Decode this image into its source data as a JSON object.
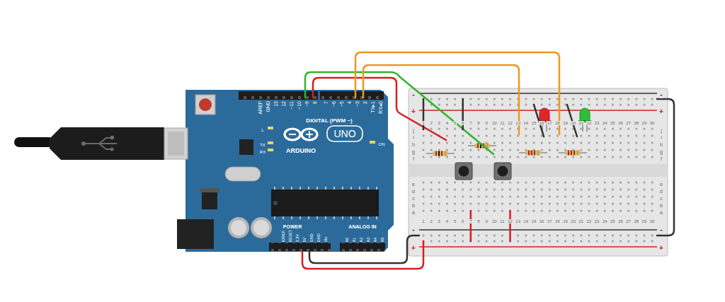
{
  "diagram": {
    "labels": [
      "AREF",
      "GND",
      "13",
      "12",
      "~11",
      "~10",
      "~9",
      "8",
      "7",
      "~6",
      "~5",
      "4",
      "~3",
      "2",
      "TX▸1",
      "RX◂0",
      "DIGITAL (PWM ~)",
      "L",
      "TX",
      "RX",
      "ARDUINO",
      "UNO",
      "ON",
      "POWER",
      "ANALOG IN",
      "IOREF",
      "RESET",
      "3.3V",
      "5V",
      "GND",
      "GND",
      "Vin",
      "A0",
      "A1",
      "A2",
      "A3",
      "A4",
      "A5",
      "1",
      "2",
      "3",
      "4",
      "5",
      "6",
      "7",
      "8",
      "9",
      "10",
      "11",
      "12",
      "13",
      "14",
      "15",
      "16",
      "17",
      "18",
      "19",
      "20",
      "21",
      "22",
      "23",
      "24",
      "25",
      "26",
      "27",
      "28",
      "29",
      "30",
      "j",
      "i",
      "h",
      "g",
      "f",
      "j",
      "i",
      "h",
      "g",
      "f",
      "e",
      "d",
      "c",
      "b",
      "a",
      "e",
      "d",
      "c",
      "b",
      "a",
      "1",
      "2",
      "3",
      "4",
      "5",
      "6",
      "7",
      "8",
      "9",
      "10",
      "11",
      "12",
      "13",
      "14",
      "15",
      "16",
      "17",
      "18",
      "19",
      "20",
      "21",
      "22",
      "23",
      "24",
      "25",
      "26",
      "27",
      "28",
      "29",
      "30",
      "-",
      "+",
      "-",
      "+",
      "-",
      "+",
      "-",
      "+"
    ]
  }
}
